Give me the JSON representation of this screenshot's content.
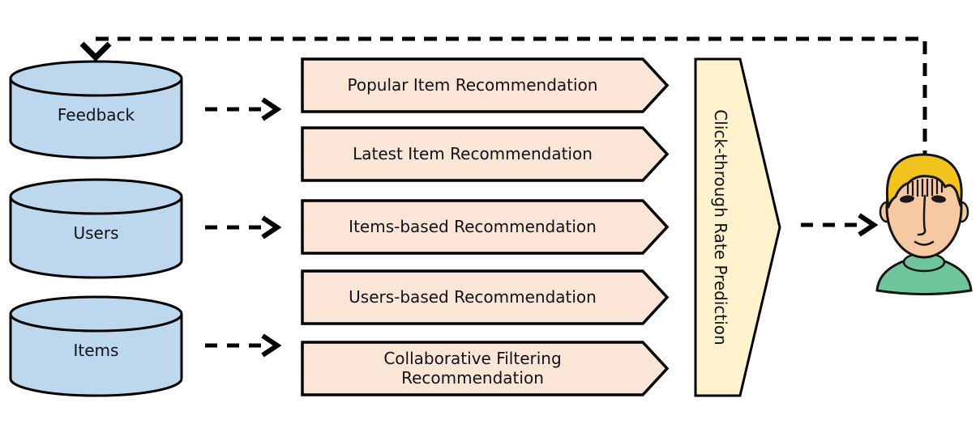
{
  "colors": {
    "database_fill": "#BDD7EE",
    "recommender_fill": "#FBE5D6",
    "predictor_fill": "#FFF2CC",
    "outline": "#000000",
    "text": "#111118",
    "hair": "#F2C21E",
    "skin": "#F7C9A3",
    "shirt": "#6EC69A"
  },
  "databases": [
    {
      "label": "Feedback"
    },
    {
      "label": "Users"
    },
    {
      "label": "Items"
    }
  ],
  "recommenders": [
    {
      "label": "Popular Item Recommendation"
    },
    {
      "label": "Latest Item Recommendation"
    },
    {
      "label": "Items-based Recommendation"
    },
    {
      "label": "Users-based Recommendation"
    },
    {
      "label": "Collaborative Filtering Recommendation"
    }
  ],
  "predictor": {
    "label": "Click-through Rate Prediction"
  },
  "person": {
    "icon": "user-face-icon"
  }
}
